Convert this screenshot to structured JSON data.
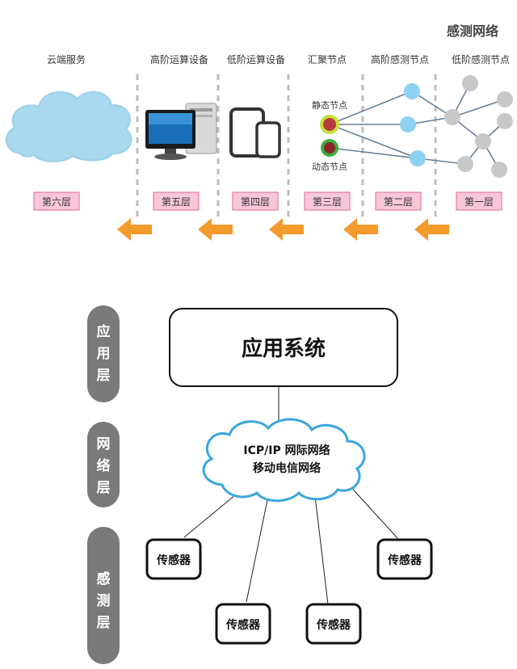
{
  "top": {
    "network_title": "感测网络",
    "columns": [
      "云端服务",
      "高阶运算设备",
      "低阶运算设备",
      "汇聚节点",
      "高阶感测节点",
      "低阶感测节点"
    ],
    "node_labels": {
      "static": "静态节点",
      "dynamic": "动态节点"
    },
    "layers": [
      "第六层",
      "第五层",
      "第四层",
      "第三层",
      "第二层",
      "第一层"
    ],
    "colors": {
      "layer_fill": "#f7c6d9",
      "layer_border": "#e77aa8",
      "arrow": "#f39a2c",
      "blue_node": "#8fd1f2",
      "gray_node": "#c8c8c8"
    }
  },
  "bottom": {
    "side_layers": [
      {
        "name": "应用层",
        "chars": [
          "应",
          "用",
          "层"
        ]
      },
      {
        "name": "网络层",
        "chars": [
          "网",
          "络",
          "层"
        ]
      },
      {
        "name": "感测层",
        "chars": [
          "感",
          "测",
          "层"
        ]
      }
    ],
    "app_box": "应用系统",
    "cloud_lines": [
      "ICP/IP 网际网络",
      "移动电信网络"
    ],
    "sensors": [
      "传感器",
      "传感器",
      "传感器",
      "传感器"
    ]
  }
}
